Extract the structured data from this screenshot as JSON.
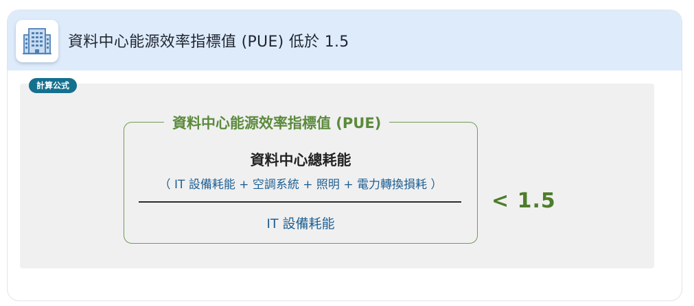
{
  "header": {
    "icon": "building-icon",
    "title": "資料中心能源效率指標值 (PUE) 低於 1.5"
  },
  "formula": {
    "tag_label": "計算公式",
    "box_title": "資料中心能源效率指標值 (PUE)",
    "numerator_main": "資料中心總耗能",
    "numerator_detail": "（ IT 設備耗能 + 空調系統 + 照明 + 電力轉換損耗 ）",
    "denominator": "IT 設備耗能",
    "threshold": "< 1.5"
  },
  "colors": {
    "header_bg": "#deebfb",
    "tag_bg": "#14708f",
    "formula_green": "#5b8a3c",
    "text_blue": "#1e5f93",
    "panel_bg": "#f0f0f0"
  }
}
